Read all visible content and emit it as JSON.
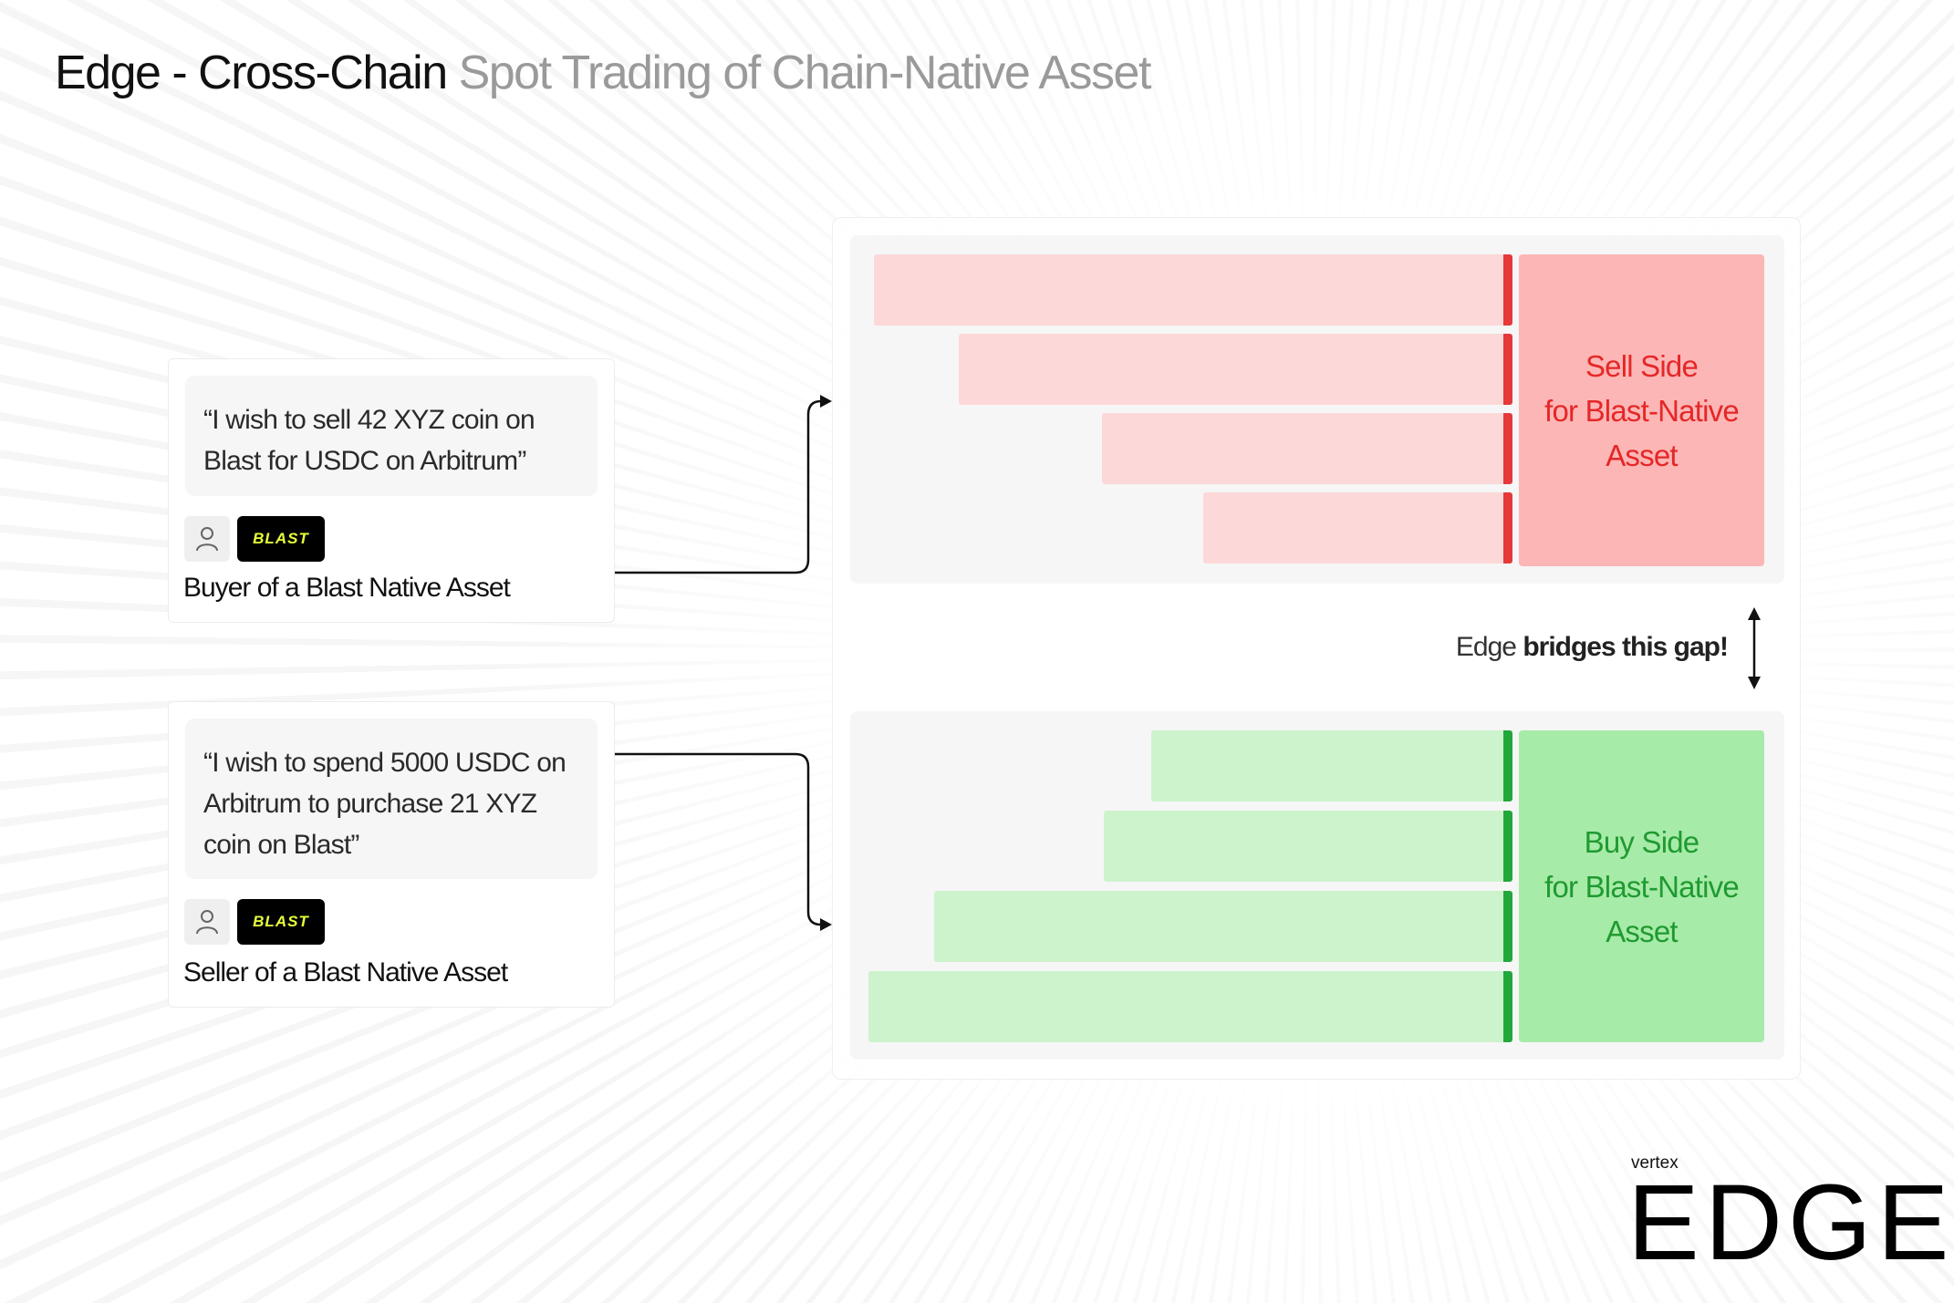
{
  "title": {
    "strong": "Edge - Cross-Chain",
    "light": "Spot Trading of Chain-Native Asset"
  },
  "buyer_card": {
    "quote": "“I wish to sell 42 XYZ coin on Blast for USDC on Arbitrum”",
    "chain_badge": "BLAST",
    "role": "Buyer of a Blast Native Asset",
    "icon": "user-icon"
  },
  "seller_card": {
    "quote": "“I wish to spend 5000 USDC on Arbitrum to purchase 21 XYZ coin on Blast”",
    "chain_badge": "BLAST",
    "role": "Seller of a Blast Native Asset",
    "icon": "user-icon"
  },
  "sell_side": {
    "lines": [
      "Sell Side",
      "for Blast-Native",
      "Asset"
    ],
    "bar_color": "#fdd8d8",
    "edge_color": "#e5393a",
    "label_color": "#e52727",
    "box_color": "#fcb6b6"
  },
  "buy_side": {
    "lines": [
      "Buy Side",
      "for Blast-Native",
      "Asset"
    ],
    "bar_color": "#cdf3cd",
    "edge_color": "#22a83a",
    "label_color": "#1f9a31",
    "box_color": "#a7eba8"
  },
  "gap": {
    "prefix": "Edge",
    "bold": "bridges this gap!"
  },
  "logo": {
    "small": "vertex",
    "large": "EDGE"
  }
}
